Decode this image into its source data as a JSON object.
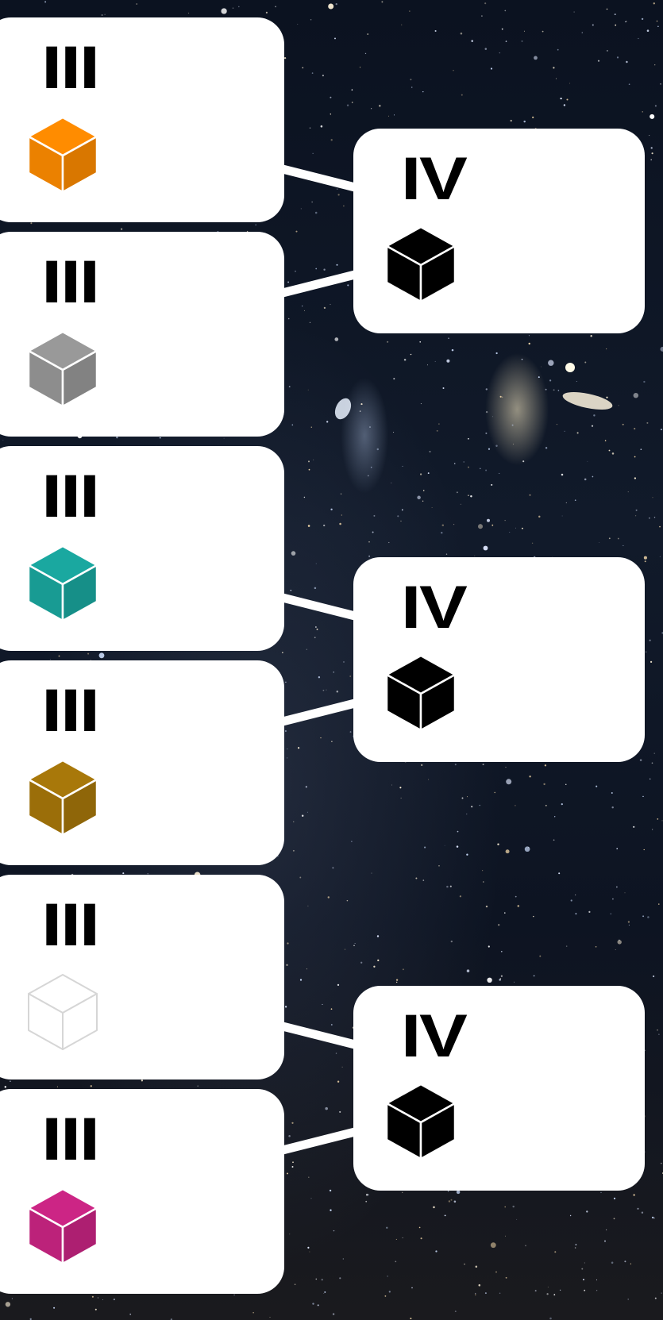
{
  "background": "starfield",
  "diagram": {
    "left_cards": [
      {
        "numeral": "III",
        "cube_color": "#ff8c00",
        "icon": "cube-icon"
      },
      {
        "numeral": "III",
        "cube_color": "#999999",
        "icon": "cube-icon"
      },
      {
        "numeral": "III",
        "cube_color": "#1aa8a0",
        "icon": "cube-icon"
      },
      {
        "numeral": "III",
        "cube_color": "#a8780a",
        "icon": "cube-icon"
      },
      {
        "numeral": "III",
        "cube_color": "#ffffff",
        "icon": "cube-icon"
      },
      {
        "numeral": "III",
        "cube_color": "#cc2585",
        "icon": "cube-icon"
      }
    ],
    "right_cards": [
      {
        "numeral": "IV",
        "cube_color": "#000000",
        "icon": "cube-icon"
      },
      {
        "numeral": "IV",
        "cube_color": "#000000",
        "icon": "cube-icon"
      },
      {
        "numeral": "IV",
        "cube_color": "#000000",
        "icon": "cube-icon"
      }
    ]
  }
}
